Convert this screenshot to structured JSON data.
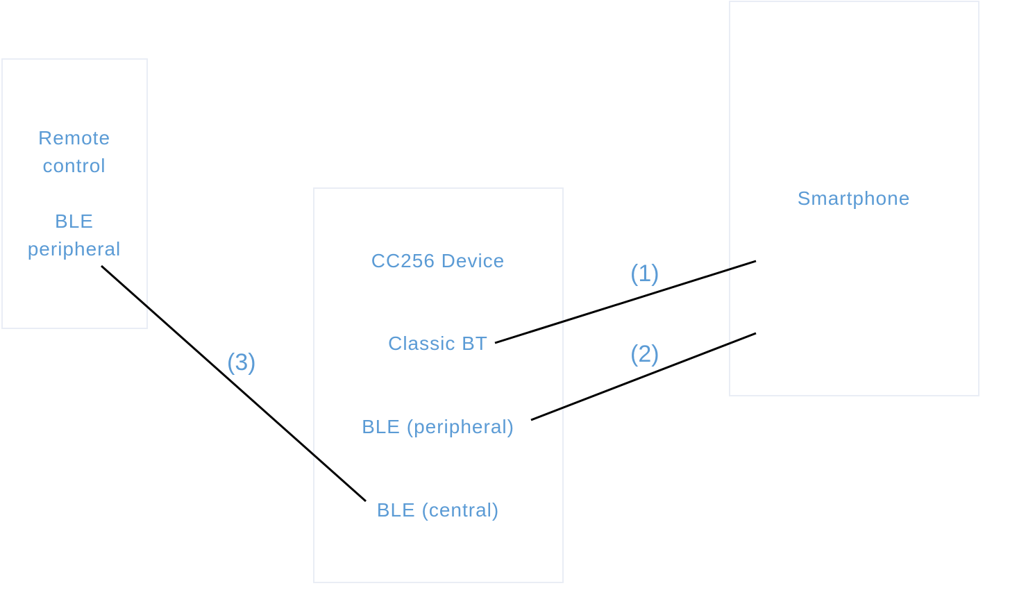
{
  "nodes": {
    "remote": {
      "line1": "Remote",
      "line2": "control",
      "line3": "BLE",
      "line4": "peripheral"
    },
    "device": {
      "title": "CC256 Device",
      "classic": "Classic BT",
      "ble_peripheral": "BLE (peripheral)",
      "ble_central": "BLE (central)"
    },
    "smartphone": {
      "title": "Smartphone"
    }
  },
  "connections": [
    {
      "label": "(1)",
      "from": "Classic BT",
      "to": "Smartphone"
    },
    {
      "label": "(2)",
      "from": "BLE (peripheral)",
      "to": "Smartphone"
    },
    {
      "label": "(3)",
      "from": "BLE peripheral",
      "to": "BLE (central)"
    }
  ],
  "colors": {
    "text": "#5b9bd5",
    "box_border": "#e9edf5",
    "line": "#000000"
  }
}
